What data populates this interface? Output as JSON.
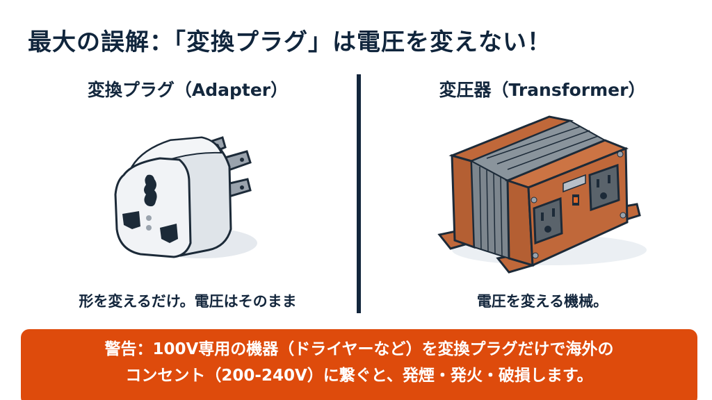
{
  "title": "最大の誤解：「変換プラグ」は電圧を変えない！",
  "left": {
    "heading": "変換プラグ（Adapter）",
    "illustration": "travel-adapter-plug-icon",
    "caption": "形を変えるだけ。電圧はそのまま"
  },
  "right": {
    "heading": "変圧器（Transformer）",
    "illustration": "voltage-transformer-icon",
    "caption": "電圧を変える機械。"
  },
  "warning": {
    "line1": "警告：100V専用の機器（ドライヤーなど）を変換プラグだけで海外の",
    "line2": "コンセント（200-240V）に繋ぐと、発煙・発火・破損します。"
  },
  "colors": {
    "text": "#10253c",
    "divider": "#13263c",
    "warning_bg": "#de4b0c",
    "warning_text": "#ffffff",
    "transformer_body": "#c0683a",
    "adapter_body": "#eef1f4"
  }
}
